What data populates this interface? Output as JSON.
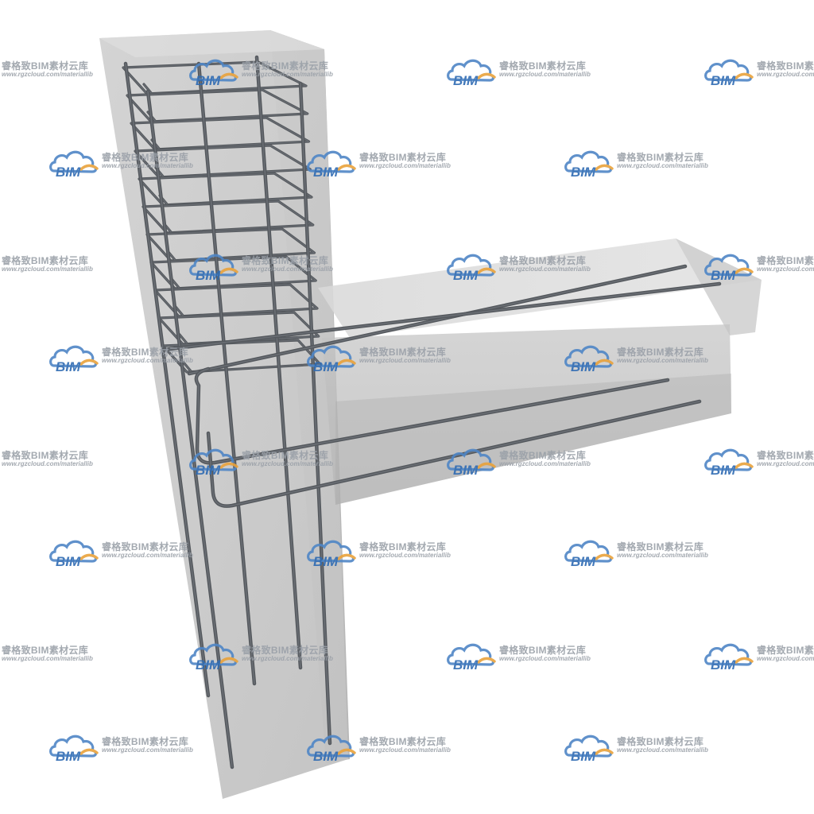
{
  "diagram": {
    "subject": "reinforced-concrete-beam-column-joint",
    "colors": {
      "concrete_front": "#c9c9c9",
      "concrete_side": "#b4b4b4",
      "concrete_top": "#dcdcdc",
      "beam_front": "#b9b9b9",
      "rebar": "#55595e",
      "rebar_highlight": "#7a7f85",
      "background": "#ffffff"
    }
  },
  "watermark": {
    "logo_text": "BIM",
    "brand_text": "睿格致BIM素材云库",
    "url_text": "www.rgzcloud.com/materiallib",
    "logo_colors": {
      "cloud": "#4f86c6",
      "arc": "#e9a23b",
      "text": "#2f6bb3"
    }
  }
}
